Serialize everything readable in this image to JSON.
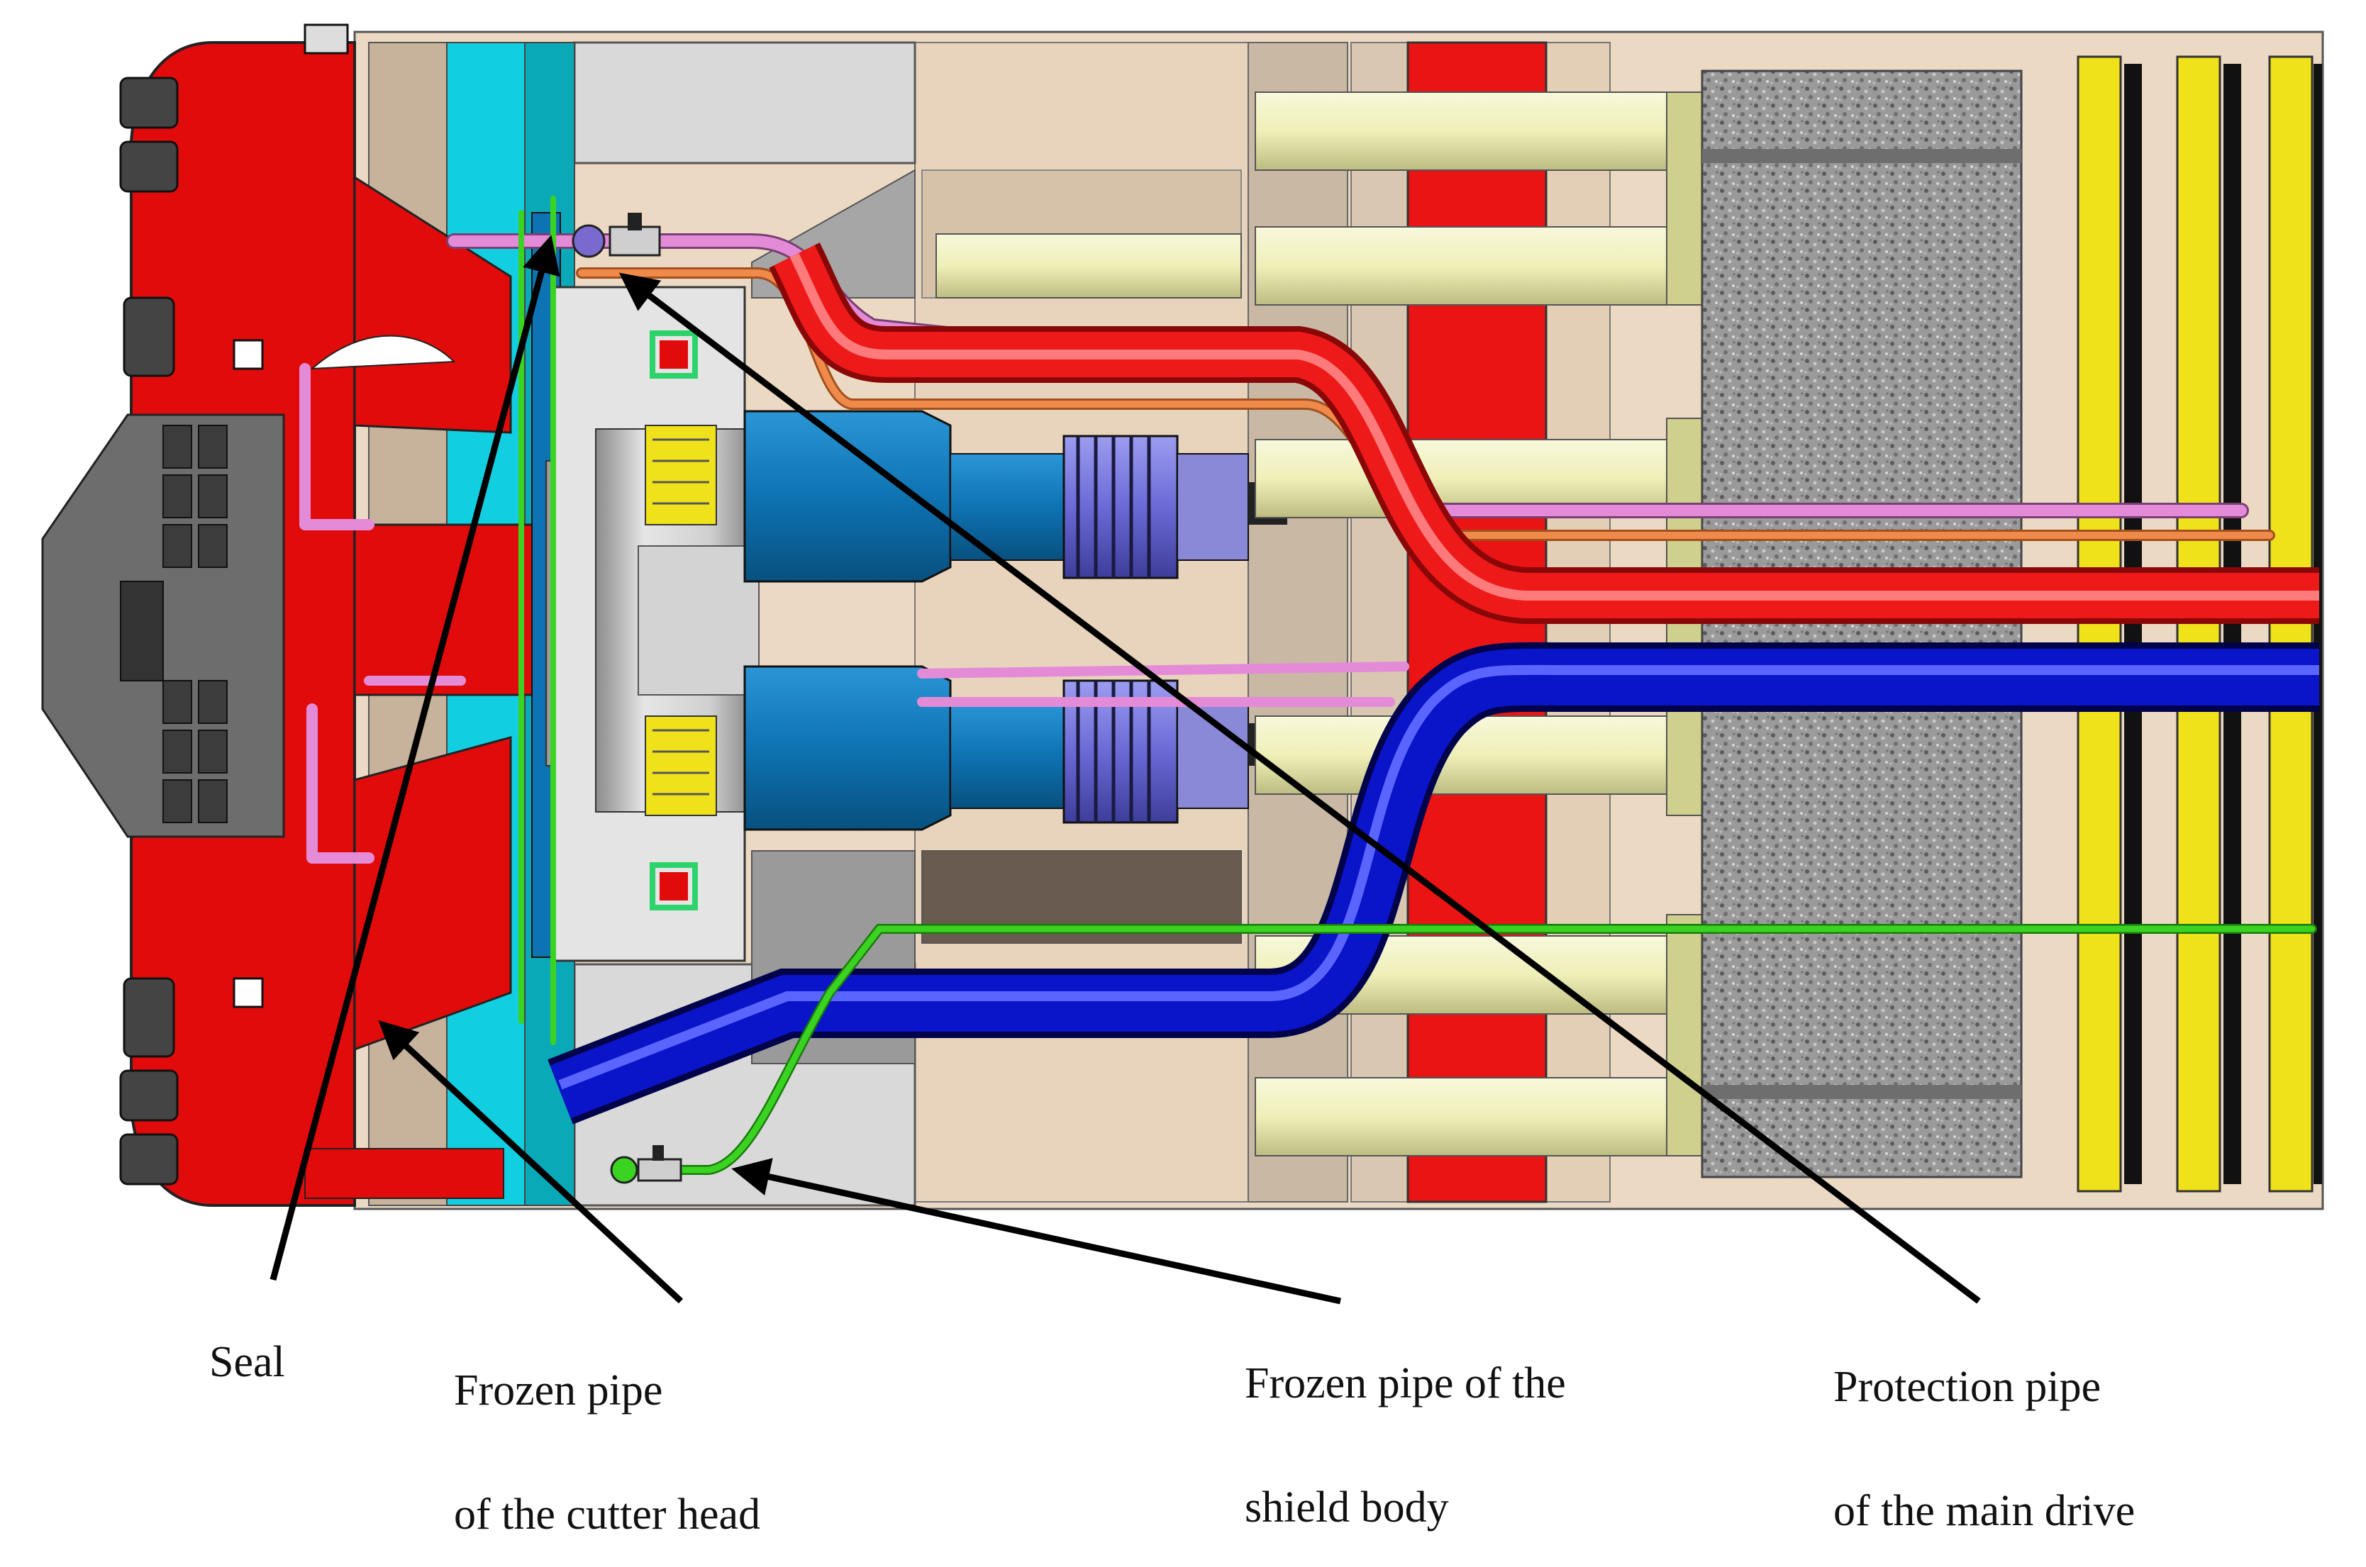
{
  "labels": {
    "seal": "Seal",
    "cutter_head": {
      "line1": "Frozen pipe",
      "line2": "of the cutter head"
    },
    "shield_body": {
      "line1": "Frozen pipe of the",
      "line2": "shield body"
    },
    "main_drive": {
      "line1": "Protection pipe",
      "line2": "of the main drive"
    }
  },
  "colors": {
    "cutter_head": "#e10b0b",
    "shield_body": "#ecd9c3",
    "frozen_pipe_blue": "#0a14c8",
    "frozen_pipe_red": "#ee1a1a",
    "pipe_pink": "#e48bd8",
    "pipe_orange": "#ef8a4a",
    "pipe_green": "#3bd321",
    "main_drive_blue": "#0e73b3",
    "seal_cyan": "#11cfe0",
    "motor_purple": "#6b6ad6",
    "ring_yellow": "#f0e21a",
    "cylinder_cream": "#efefb8",
    "gravel_gray": "#8e8e8e",
    "arrow": "#000000"
  }
}
